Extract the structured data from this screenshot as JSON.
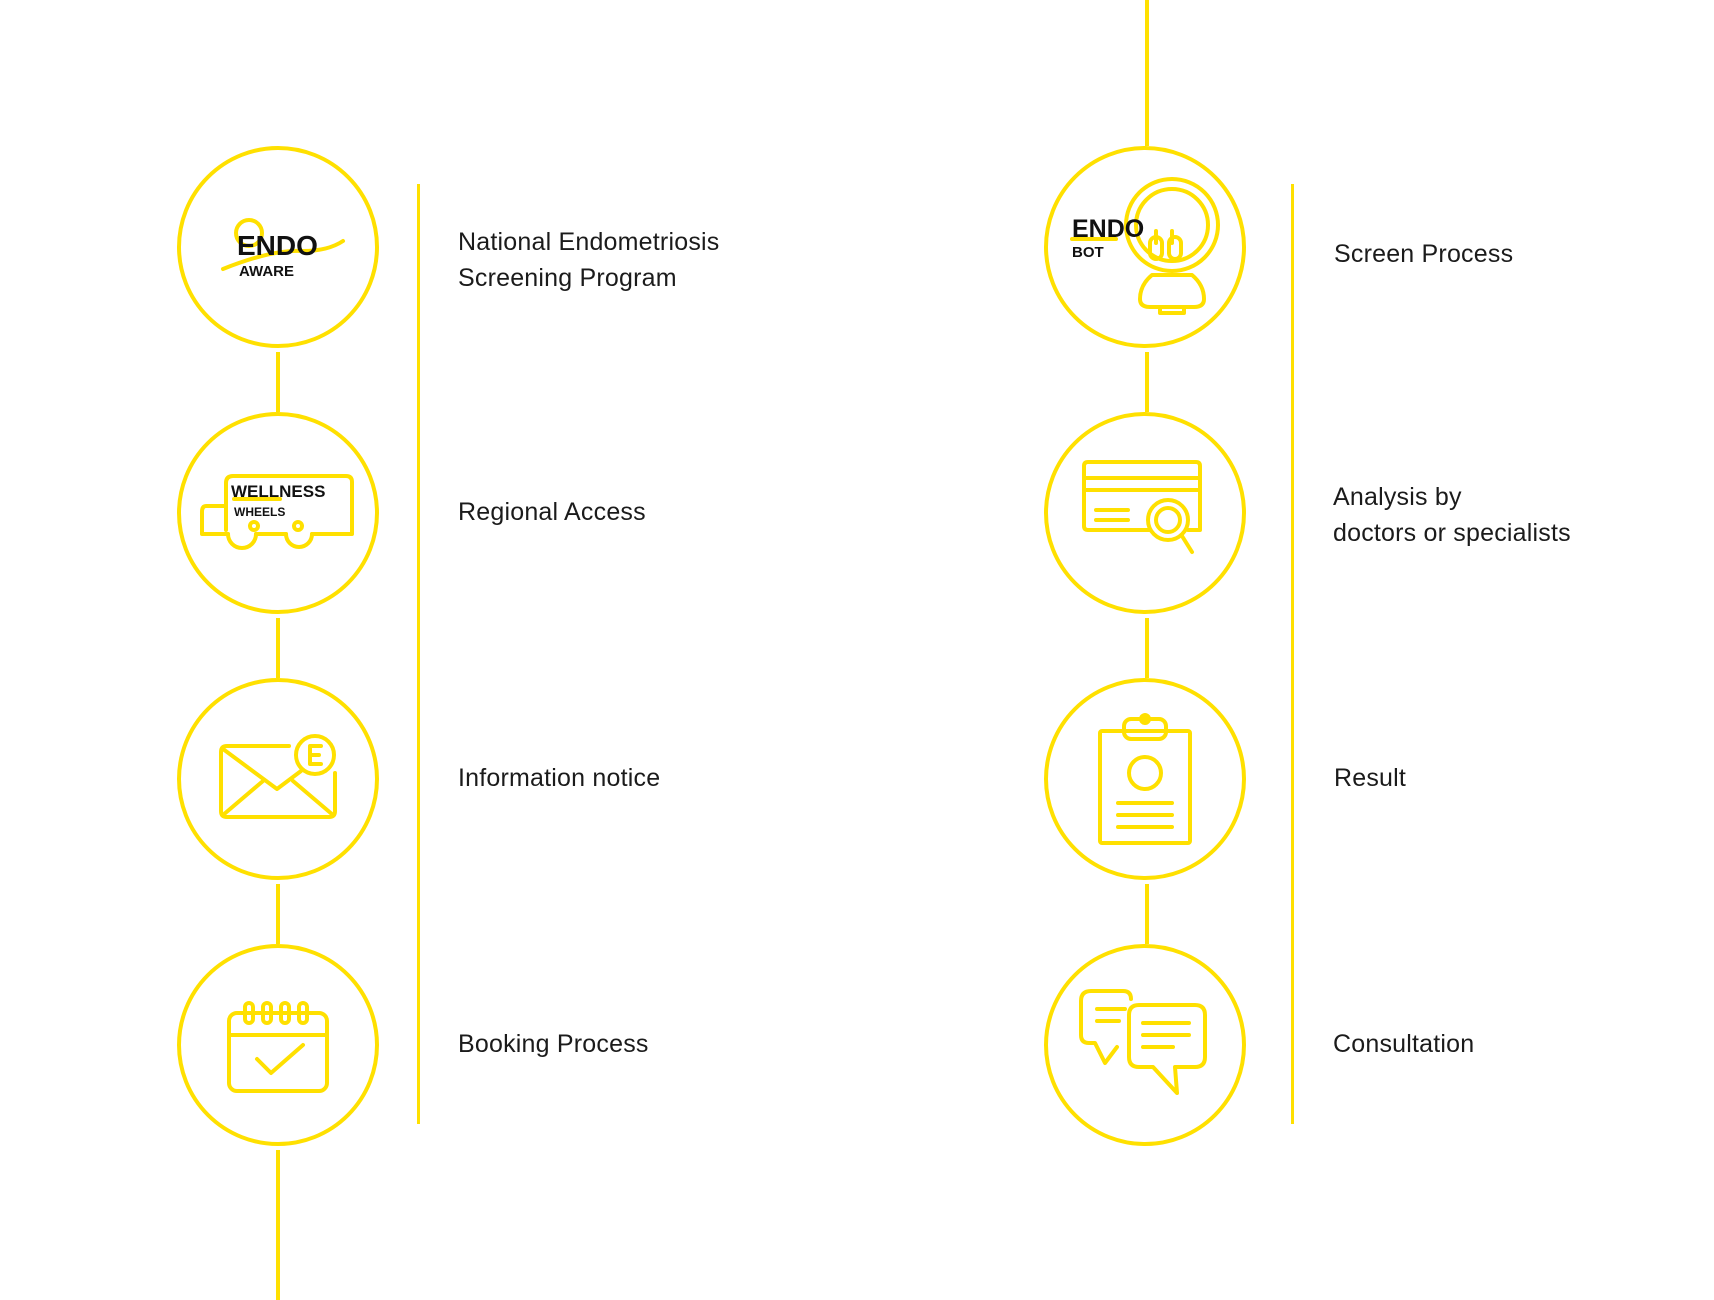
{
  "accent_color": "#FFE000",
  "left_column": [
    {
      "label_lines": [
        "National Endometriosis",
        "Screening Program"
      ],
      "icon": "endoaware-logo-icon",
      "logo_top": "ENDO",
      "logo_bottom": "AWARE"
    },
    {
      "label_lines": [
        "Regional Access"
      ],
      "icon": "wellness-wheels-bus-icon",
      "logo_top": "WELLNESS",
      "logo_bottom": "WHEELS"
    },
    {
      "label_lines": [
        "Information notice"
      ],
      "icon": "envelope-icon"
    },
    {
      "label_lines": [
        "Booking Process"
      ],
      "icon": "calendar-check-icon"
    }
  ],
  "right_column": [
    {
      "label_lines": [
        "Screen Process"
      ],
      "icon": "endobot-logo-icon",
      "logo_top": "ENDO",
      "logo_bottom": "BOT"
    },
    {
      "label_lines": [
        "Analysis by",
        "doctors or specialists"
      ],
      "icon": "document-magnifier-icon"
    },
    {
      "label_lines": [
        "Result"
      ],
      "icon": "clipboard-report-icon"
    },
    {
      "label_lines": [
        "Consultation"
      ],
      "icon": "chat-bubbles-icon"
    }
  ]
}
